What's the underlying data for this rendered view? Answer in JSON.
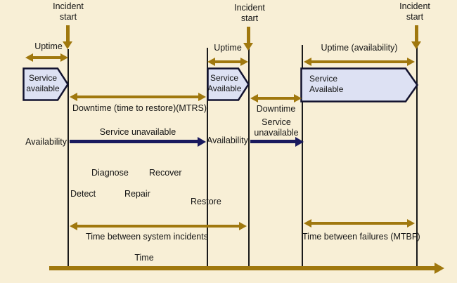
{
  "colors": {
    "background": "#f8efd6",
    "arrow_brown": "#a0780e",
    "navy": "#1a1a5e",
    "block_fill": "#dde1f3",
    "block_border": "#12122e",
    "line_black": "#1a1a1a"
  },
  "incident_markers": {
    "first": {
      "line1": "Incident",
      "line2": "start"
    },
    "second": {
      "line1": "Incident",
      "line2": "start"
    },
    "third": {
      "line1": "Incident",
      "line2": "start"
    }
  },
  "uptime_labels": {
    "first": "Uptime",
    "second": "Uptime",
    "third": "Uptime (availability)"
  },
  "service_blocks": {
    "first": "Service available",
    "second": "Service Available",
    "third": "Service Available"
  },
  "downtime_labels": {
    "first": "Downtime (time to restore)(MTRS)",
    "second": "Downtime"
  },
  "unavailable_labels": {
    "first": "Service unavailable",
    "second": "Service unavailable"
  },
  "availability_labels": {
    "left": "Availability",
    "middle": "Availability"
  },
  "recovery_steps": {
    "detect": "Detect",
    "diagnose": "Diagnose",
    "repair": "Repair",
    "recover": "Recover",
    "restore": "Restore"
  },
  "span_labels": {
    "between_incidents": "Time between system incidents",
    "mtbf": "Time between failures (MTBF)"
  },
  "time_axis": {
    "label": "Time"
  }
}
